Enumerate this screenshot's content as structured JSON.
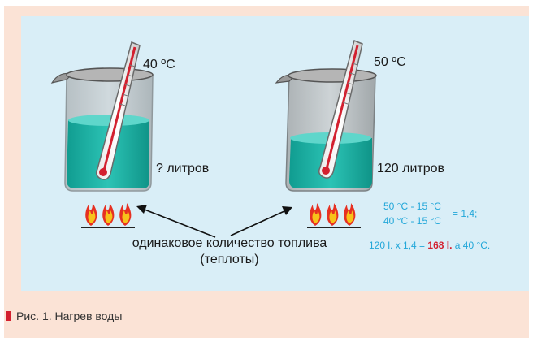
{
  "left_beaker": {
    "temperature": "40 ºC",
    "volume": "? литров"
  },
  "right_beaker": {
    "temperature": "50 ºC",
    "volume": "120 литров"
  },
  "shared_label": "одинаковое количество топлива (теплоты)",
  "formula": {
    "numerator": "50 °C - 15 °C",
    "denominator": "40 °C - 15 °C",
    "result": "= 1,4;",
    "line2_prefix": "120 l. x 1,4 =",
    "line2_highlight": "168 l.",
    "line2_suffix": "a 40 °C."
  },
  "caption": "Рис. 1. Нагрев воды",
  "colors": {
    "background": "#d9eef7",
    "frame": "#fbe3d6",
    "water": "#1fb5a8",
    "accent": "#d3202f",
    "formula": "#22a7d9"
  }
}
